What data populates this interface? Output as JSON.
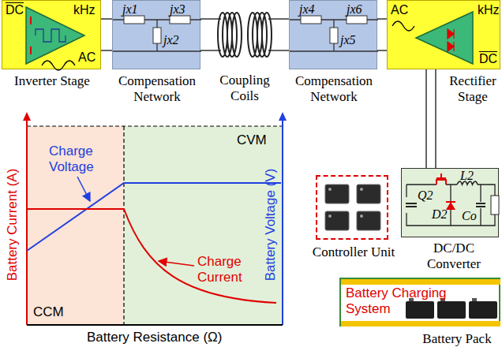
{
  "diagram": {
    "nodes": [
      {
        "text": [
          "DC",
          "kHz",
          "AC",
          "Inverter Stage"
        ]
      },
      {
        "text": [
          "jx1",
          "jx2",
          "jx3",
          "Compensation Network"
        ]
      },
      {
        "text": [
          "Coupling Coils"
        ]
      },
      {
        "text": [
          "jx4",
          "jx5",
          "jx6",
          "Compensation Network"
        ]
      },
      {
        "text": [
          "AC",
          "kHz",
          "DC",
          "Rectifier Stage"
        ]
      },
      {
        "text": [
          "Controller Unit"
        ]
      },
      {
        "text": [
          "Q2",
          "D2",
          "L2",
          "Co",
          "DC/DC Converter"
        ]
      },
      {
        "text": [
          "Battery Charging System",
          "Battery Pack"
        ]
      }
    ],
    "edges": [
      {
        "from": 0,
        "to": 1,
        "arrow": "none"
      },
      {
        "from": 1,
        "to": 2,
        "arrow": "none"
      },
      {
        "from": 2,
        "to": 3,
        "arrow": "none"
      },
      {
        "from": 3,
        "to": 4,
        "arrow": "none"
      },
      {
        "from": 4,
        "to": 6,
        "arrow": "none"
      }
    ],
    "labels": [
      "Battery Current (A)",
      "Battery Voltage (V)",
      "Charge Voltage",
      "CVM",
      "Charge Current",
      "CCM",
      "Battery Resistance (Ω)"
    ]
  }
}
